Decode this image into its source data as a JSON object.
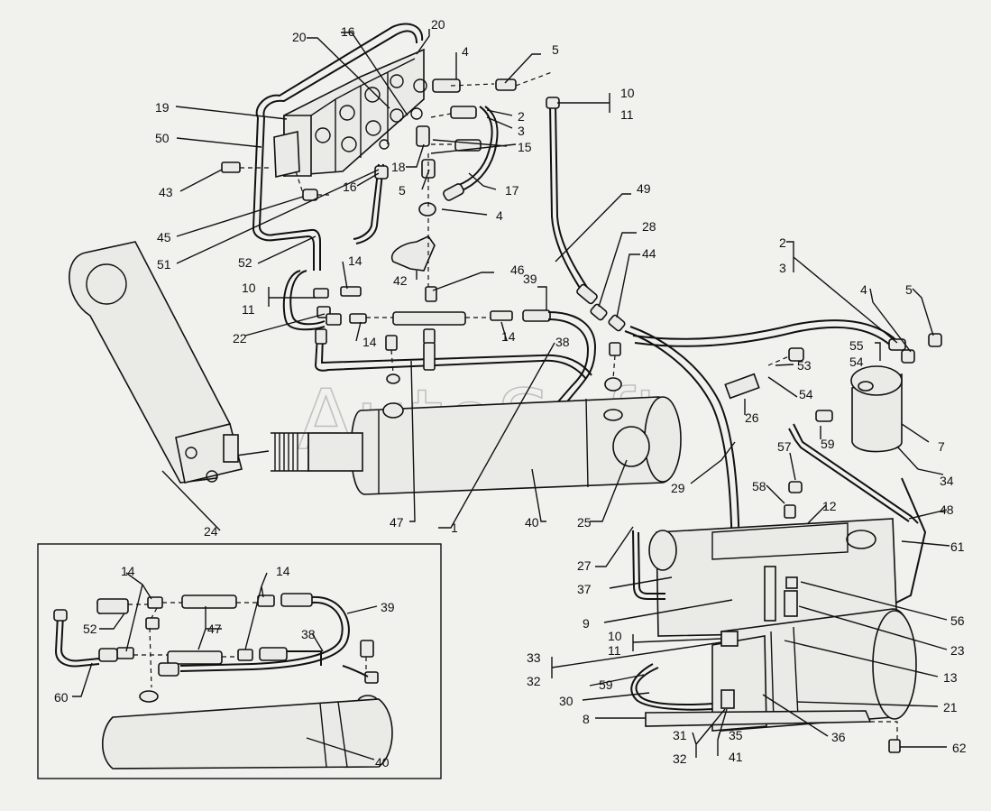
{
  "watermark": "AutoSoft",
  "callouts": [
    {
      "id": "c20a",
      "text": "20"
    },
    {
      "id": "c16a",
      "text": "16"
    },
    {
      "id": "c20b",
      "text": "20"
    },
    {
      "id": "c4a",
      "text": "4"
    },
    {
      "id": "c5a",
      "text": "5"
    },
    {
      "id": "c10a",
      "text": "10"
    },
    {
      "id": "c11a",
      "text": "11"
    },
    {
      "id": "c19",
      "text": "19"
    },
    {
      "id": "c2a",
      "text": "2"
    },
    {
      "id": "c3a",
      "text": "3"
    },
    {
      "id": "c50",
      "text": "50"
    },
    {
      "id": "c15",
      "text": "15"
    },
    {
      "id": "c18",
      "text": "18"
    },
    {
      "id": "c43",
      "text": "43"
    },
    {
      "id": "c16b",
      "text": "16"
    },
    {
      "id": "c5b",
      "text": "5"
    },
    {
      "id": "c17",
      "text": "17"
    },
    {
      "id": "c49",
      "text": "49"
    },
    {
      "id": "c4b",
      "text": "4"
    },
    {
      "id": "c45",
      "text": "45"
    },
    {
      "id": "c28",
      "text": "28"
    },
    {
      "id": "c44",
      "text": "44"
    },
    {
      "id": "c2b",
      "text": "2"
    },
    {
      "id": "c3b",
      "text": "3"
    },
    {
      "id": "c51",
      "text": "51"
    },
    {
      "id": "c52a",
      "text": "52"
    },
    {
      "id": "c14a",
      "text": "14"
    },
    {
      "id": "c42",
      "text": "42"
    },
    {
      "id": "c46",
      "text": "46"
    },
    {
      "id": "c39a",
      "text": "39"
    },
    {
      "id": "c4c",
      "text": "4"
    },
    {
      "id": "c5c",
      "text": "5"
    },
    {
      "id": "c10b",
      "text": "10"
    },
    {
      "id": "c11b",
      "text": "11"
    },
    {
      "id": "c22",
      "text": "22"
    },
    {
      "id": "c14b",
      "text": "14"
    },
    {
      "id": "c14c",
      "text": "14"
    },
    {
      "id": "c38a",
      "text": "38"
    },
    {
      "id": "c55",
      "text": "55"
    },
    {
      "id": "c54a",
      "text": "54"
    },
    {
      "id": "c53",
      "text": "53"
    },
    {
      "id": "c54b",
      "text": "54"
    },
    {
      "id": "c26",
      "text": "26"
    },
    {
      "id": "c7",
      "text": "7"
    },
    {
      "id": "c59a",
      "text": "59"
    },
    {
      "id": "c34",
      "text": "34"
    },
    {
      "id": "c57",
      "text": "57"
    },
    {
      "id": "c24",
      "text": "24"
    },
    {
      "id": "c29",
      "text": "29"
    },
    {
      "id": "c58",
      "text": "58"
    },
    {
      "id": "c48",
      "text": "48"
    },
    {
      "id": "c47a",
      "text": "47"
    },
    {
      "id": "c1",
      "text": "1"
    },
    {
      "id": "c40a",
      "text": "40"
    },
    {
      "id": "c25",
      "text": "25"
    },
    {
      "id": "c12",
      "text": "12"
    },
    {
      "id": "c61",
      "text": "61"
    },
    {
      "id": "c14d",
      "text": "14"
    },
    {
      "id": "c14e",
      "text": "14"
    },
    {
      "id": "c27",
      "text": "27"
    },
    {
      "id": "c37",
      "text": "37"
    },
    {
      "id": "c39b",
      "text": "39"
    },
    {
      "id": "c52b",
      "text": "52"
    },
    {
      "id": "c47b",
      "text": "47"
    },
    {
      "id": "c9",
      "text": "9"
    },
    {
      "id": "c56",
      "text": "56"
    },
    {
      "id": "c38b",
      "text": "38"
    },
    {
      "id": "c10c",
      "text": "10"
    },
    {
      "id": "c11c",
      "text": "11"
    },
    {
      "id": "c23",
      "text": "23"
    },
    {
      "id": "c33",
      "text": "33"
    },
    {
      "id": "c32a",
      "text": "32"
    },
    {
      "id": "c13",
      "text": "13"
    },
    {
      "id": "c59b",
      "text": "59"
    },
    {
      "id": "c60",
      "text": "60"
    },
    {
      "id": "c30",
      "text": "30"
    },
    {
      "id": "c21",
      "text": "21"
    },
    {
      "id": "c8",
      "text": "8"
    },
    {
      "id": "c31",
      "text": "31"
    },
    {
      "id": "c35",
      "text": "35"
    },
    {
      "id": "c36",
      "text": "36"
    },
    {
      "id": "c32b",
      "text": "32"
    },
    {
      "id": "c41",
      "text": "41"
    },
    {
      "id": "c62",
      "text": "62"
    },
    {
      "id": "c40b",
      "text": "40"
    }
  ]
}
